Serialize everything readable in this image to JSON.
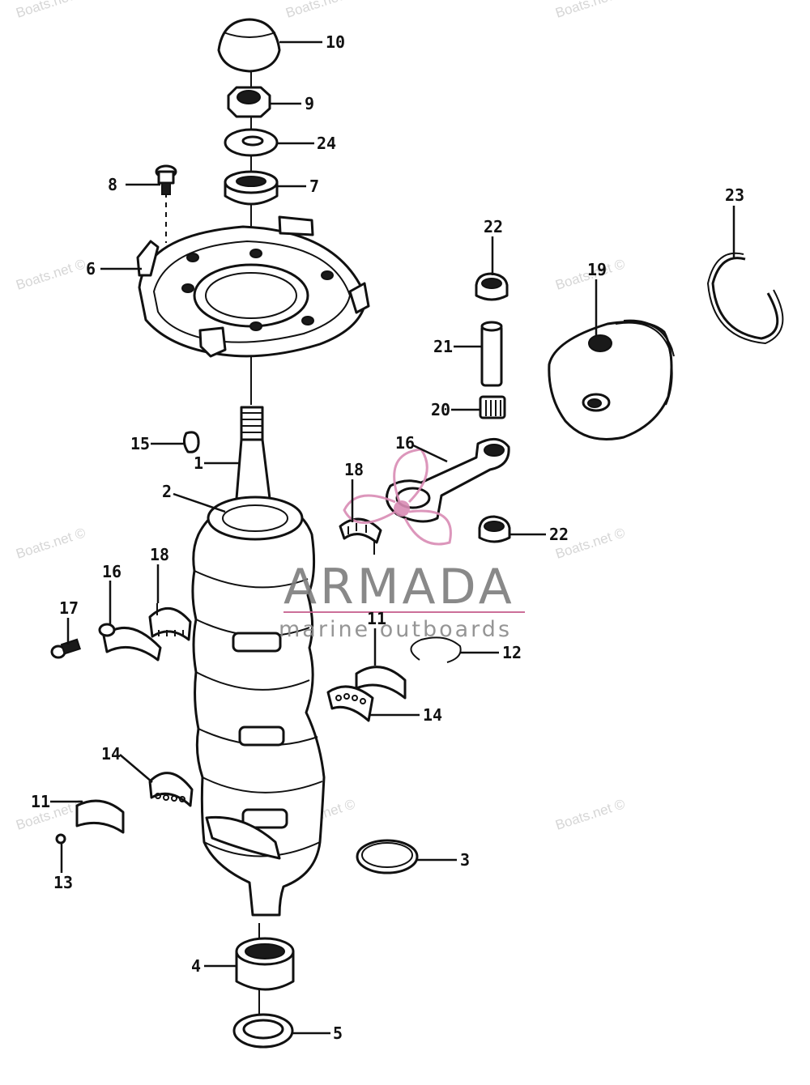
{
  "watermark": {
    "text": "Boats.net ©",
    "instances": [
      "wm-1",
      "wm-2",
      "wm-3",
      "wm-4",
      "wm-5",
      "wm-6",
      "wm-7",
      "wm-8",
      "wm-9",
      "wm-10"
    ]
  },
  "brand": {
    "title": "ARMADA",
    "subtitle": "marine outboards",
    "colors": {
      "logo_pink": "#d98bb4",
      "text_gray": "#7d7d7d",
      "rule_pink": "#c7608f"
    }
  },
  "parts": [
    {
      "id": "c10",
      "number": "10"
    },
    {
      "id": "c9",
      "number": "9"
    },
    {
      "id": "c24",
      "number": "24"
    },
    {
      "id": "c8",
      "number": "8"
    },
    {
      "id": "c7",
      "number": "7"
    },
    {
      "id": "c6",
      "number": "6"
    },
    {
      "id": "c23",
      "number": "23"
    },
    {
      "id": "c22a",
      "number": "22"
    },
    {
      "id": "c19",
      "number": "19"
    },
    {
      "id": "c21",
      "number": "21"
    },
    {
      "id": "c20",
      "number": "20"
    },
    {
      "id": "c15",
      "number": "15"
    },
    {
      "id": "c1",
      "number": "1"
    },
    {
      "id": "c16a",
      "number": "16"
    },
    {
      "id": "c18a",
      "number": "18"
    },
    {
      "id": "c2",
      "number": "2"
    },
    {
      "id": "c22b",
      "number": "22"
    },
    {
      "id": "c18b",
      "number": "18"
    },
    {
      "id": "c16b",
      "number": "16"
    },
    {
      "id": "c17",
      "number": "17"
    },
    {
      "id": "c11a",
      "number": "11"
    },
    {
      "id": "c12",
      "number": "12"
    },
    {
      "id": "c14a",
      "number": "14"
    },
    {
      "id": "c14b",
      "number": "14"
    },
    {
      "id": "c11b",
      "number": "11"
    },
    {
      "id": "c13",
      "number": "13"
    },
    {
      "id": "c3",
      "number": "3"
    },
    {
      "id": "c4",
      "number": "4"
    },
    {
      "id": "c5",
      "number": "5"
    }
  ]
}
